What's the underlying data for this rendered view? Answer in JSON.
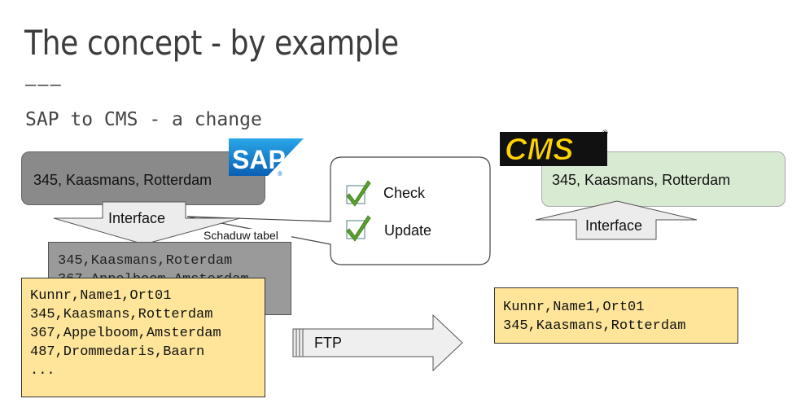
{
  "slide": {
    "title": "The concept - by example",
    "divider": "———",
    "subtitle": "SAP to CMS - a change"
  },
  "sap": {
    "logo": "SAP",
    "record": "345, Kaasmans, Rotterdam",
    "interface_label": "Interface"
  },
  "cms": {
    "logo": "CMS",
    "record": "345, Kaasmans, Rotterdam",
    "interface_label": "Interface"
  },
  "shadow_table": {
    "label": "Schaduw tabel",
    "lines": [
      "345,Kaasmans,Roterdam",
      "367,Appelboom,Amsterdam"
    ]
  },
  "export_file": {
    "lines": [
      "Kunnr,Name1,Ort01",
      "345,Kaasmans,Rotterdam",
      "367,Appelboom,Amsterdam",
      "487,Drommedaris,Baarn",
      "..."
    ]
  },
  "callout": {
    "items": [
      "Check",
      "Update"
    ]
  },
  "ftp_label": "FTP",
  "cms_file": {
    "lines": [
      "Kunnr,Name1,Ort01",
      "345,Kaasmans,Rotterdam"
    ]
  },
  "colors": {
    "sap_box": "#8a8a8a",
    "cms_box": "#d9ead3",
    "file_yellow": "#ffe599",
    "check_green": "#5aa02c",
    "sap_blue": "#0a6ed1",
    "cms_yellow": "#ffd400"
  }
}
